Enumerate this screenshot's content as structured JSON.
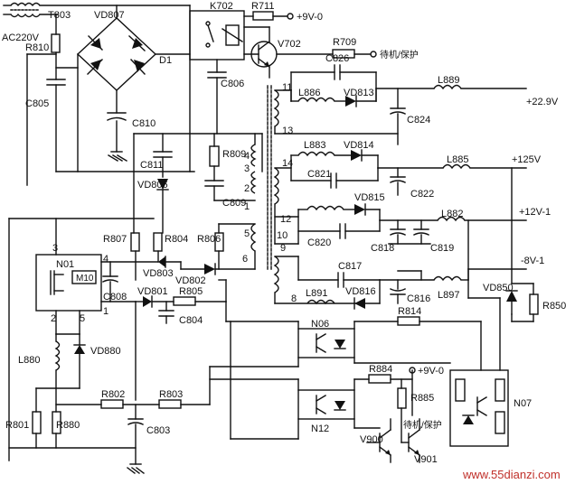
{
  "labels": {
    "T803": "T803",
    "AC220V": "AC220V",
    "R810": "R810",
    "C805": "C805",
    "VD807": "VD807",
    "D1": "D1",
    "K702": "K702",
    "R711": "R711",
    "plus9v0_top": "+9V-0",
    "V702": "V702",
    "R709": "R709",
    "standby_top": "待机/保护",
    "C806": "C806",
    "C810": "C810",
    "C826": "C826",
    "L886": "L886",
    "VD813": "VD813",
    "L889": "L889",
    "C824": "C824",
    "out_22v9": "+22.9V",
    "pin11": "11",
    "pin13": "13",
    "L883": "L883",
    "VD814": "VD814",
    "C821": "C821",
    "C822": "C822",
    "VD815": "VD815",
    "L885": "L885",
    "out_125v": "+125V",
    "pin14": "14",
    "C820": "C820",
    "C818": "C818",
    "C819": "C819",
    "L882": "L882",
    "out_12v1": "+12V-1",
    "pin12": "12",
    "pin10": "10",
    "pin9": "9",
    "C817": "C817",
    "L891": "L891",
    "VD816": "VD816",
    "C816": "C816",
    "L897": "L897",
    "out_m8v1": "-8V-1",
    "pin8": "8",
    "VD850": "VD850",
    "R850": "R850",
    "R809": "R809",
    "C811": "C811",
    "VD806": "VD806",
    "C809": "C809",
    "pin4": "4",
    "pin3b": "3",
    "pin2": "2",
    "pin1b": "1",
    "pin5b": "5",
    "pin6b": "6",
    "R807": "R807",
    "R804": "R804",
    "R806": "R806",
    "N01": "N01",
    "M10": "M10",
    "pin3": "3",
    "pin4a": "4",
    "pin2a": "2",
    "pin5": "5",
    "pin1": "1",
    "C808": "C808",
    "VD803": "VD803",
    "VD802": "VD802",
    "VD801": "VD801",
    "R805": "R805",
    "C804": "C804",
    "L880": "L880",
    "VD880": "VD880",
    "R801": "R801",
    "R880": "R880",
    "R802": "R802",
    "R803": "R803",
    "C803": "C803",
    "N06": "N06",
    "R814": "R814",
    "N12": "N12",
    "R884": "R884",
    "plus9v0_bot": "+9V-0",
    "R885": "R885",
    "standby_bot": "待机/保护",
    "V900": "V900",
    "V901": "V901",
    "N07": "N07",
    "watermark": "www.55dianzi.com"
  }
}
